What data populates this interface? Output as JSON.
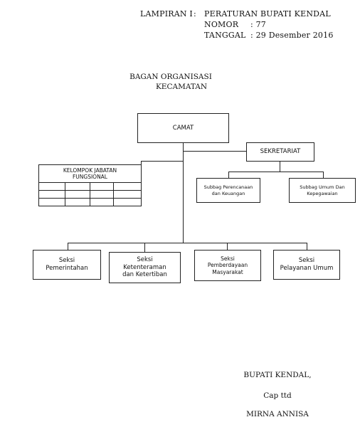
{
  "header": {
    "lampiran_label": "LAMPIRAN I",
    "colon": ":",
    "peraturan": "PERATURAN BUPATI KENDAL",
    "nomor_label": "NOMOR",
    "nomor_value": ": 77",
    "tanggal_label": "TANGGAL",
    "tanggal_value": ": 29 Desember 2016"
  },
  "title": {
    "line1": "BAGAN ORGANISASI",
    "line2": "KECAMATAN"
  },
  "org": {
    "camat": "CAMAT",
    "sekretariat": "SEKRETARIAT",
    "subbag_perencanaan": "Subbag Perencanaan\ndan Keuangan",
    "subbag_umum": "Subbag Umum Dan\nKepegawaian",
    "kelompok": "KELOMPOK JABATAN\nFUNGSIONAL",
    "seksi_pemerintahan": "Seksi\nPemerintahan",
    "seksi_ketenteraman": "Seksi\nKetenteraman\ndan Ketertiban",
    "seksi_pemberdayaan": "Seksi\nPemberdayaan\nMasyarakat",
    "seksi_pelayanan": "Seksi\nPelayanan Umum"
  },
  "signature": {
    "office": "BUPATI KENDAL,",
    "stamp": "Cap ttd",
    "name": "MIRNA ANNISA"
  }
}
